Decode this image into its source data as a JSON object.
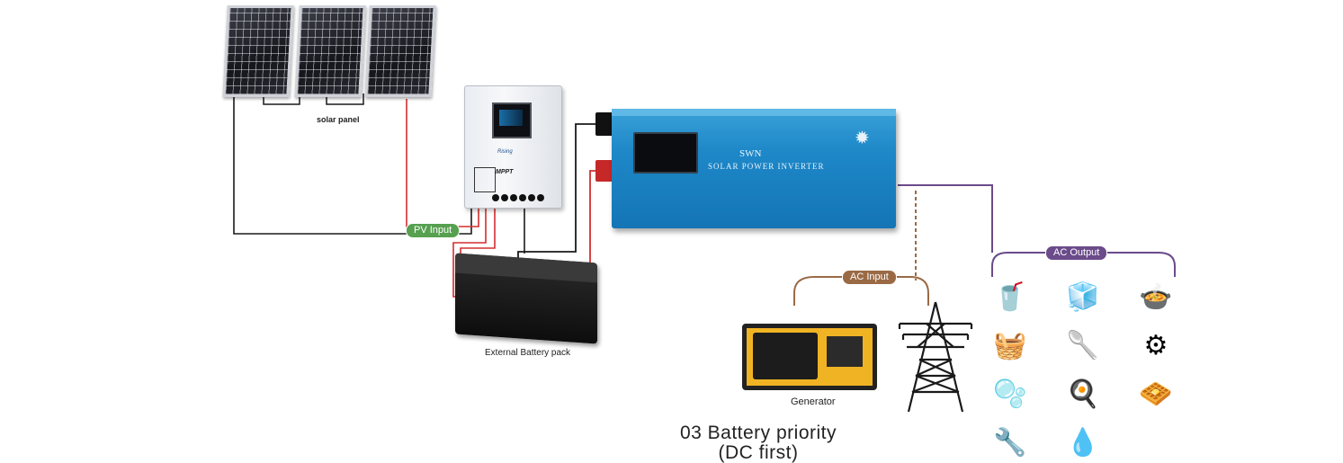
{
  "labels": {
    "solar_panel": "solar panel",
    "battery_pack": "External Battery pack",
    "generator": "Generator",
    "pv_input": "PV Input",
    "ac_input": "AC Input",
    "ac_output": "AC Output"
  },
  "controller": {
    "brand": "Rising",
    "model": "MPPT"
  },
  "inverter": {
    "brand": "SWN",
    "title": "SOLAR POWER INVERTER"
  },
  "caption": {
    "line1": "03 Battery priority",
    "line2": "(DC first)"
  },
  "colors": {
    "pv_wire": "#d32f2f",
    "neg_wire": "#1a1a1a",
    "ac_input": "#9a6a45",
    "ac_output": "#6b4b8a",
    "pv_pill": "#56a04f",
    "inverter_blue": "#1e88c8"
  },
  "appliances": [
    {
      "icon": "blender-icon",
      "glyph": "🥤"
    },
    {
      "icon": "refrigerator-icon",
      "glyph": "🧊"
    },
    {
      "icon": "rice-cooker-icon",
      "glyph": "🍲"
    },
    {
      "icon": "dishwasher-icon",
      "glyph": "🧺"
    },
    {
      "icon": "hand-mixer-icon",
      "glyph": "🥄"
    },
    {
      "icon": "meat-grinder-icon",
      "glyph": "⚙"
    },
    {
      "icon": "washing-machine-icon",
      "glyph": "🫧"
    },
    {
      "icon": "frying-pan-icon",
      "glyph": "🍳"
    },
    {
      "icon": "waffle-maker-icon",
      "glyph": "🧇"
    },
    {
      "icon": "power-drill-icon",
      "glyph": "🔧"
    },
    {
      "icon": "water-pump-icon",
      "glyph": "💧"
    }
  ]
}
